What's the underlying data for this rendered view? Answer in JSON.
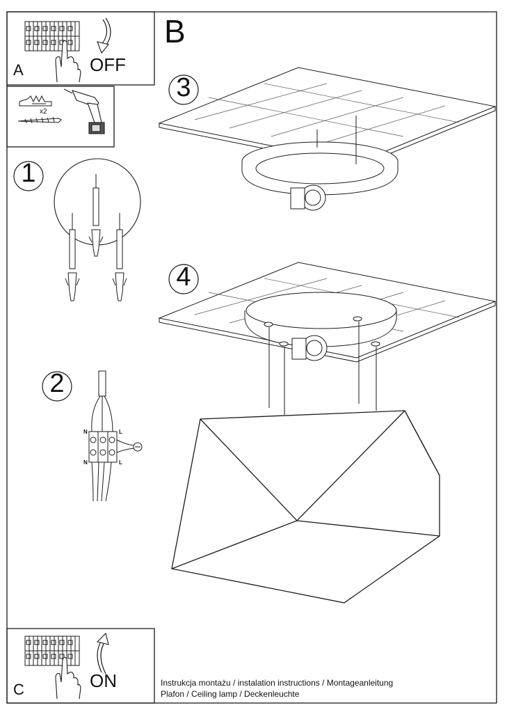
{
  "panel_a": {
    "label": "A",
    "action": "OFF"
  },
  "panel_c": {
    "label": "C",
    "action": "ON"
  },
  "panel_b": {
    "label": "B"
  },
  "tools": {
    "quantity": "x2"
  },
  "steps": [
    {
      "number": "1"
    },
    {
      "number": "2"
    },
    {
      "number": "3"
    },
    {
      "number": "4"
    }
  ],
  "wiring": {
    "top_left": "N",
    "top_right": "L",
    "bottom_left": "N",
    "bottom_right": "L"
  },
  "footer": {
    "line1": "Instrukcja montażu / instalation instructions / Montageanleitung",
    "line2": "Plafon / Ceiling lamp / Deckenleuchte"
  },
  "colors": {
    "line": "#1a1a1a",
    "paper": "#ffffff"
  }
}
